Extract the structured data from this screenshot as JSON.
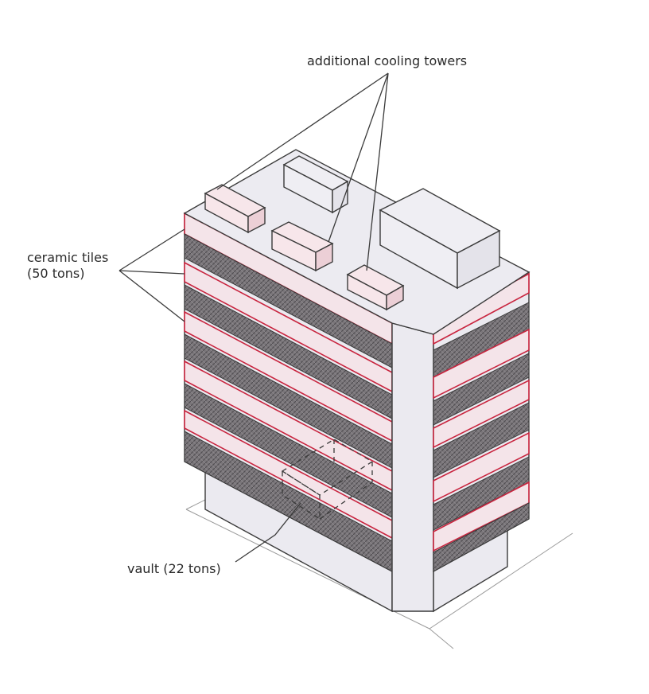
{
  "labels": {
    "cooling_towers": "additional cooling towers",
    "ceramic_tiles_line1": "ceramic tiles",
    "ceramic_tiles_line2": "(50 tons)",
    "vault": "vault (22 tons)"
  },
  "colors": {
    "outline": "#3a3a3a",
    "facade_fill": "#ecebf1",
    "tile_band": "#c9253f",
    "tile_band_fill": "#f7e3e8",
    "dark_band": "#6d6a6e",
    "accent_roof_box_fill": "#f6dfe4"
  }
}
